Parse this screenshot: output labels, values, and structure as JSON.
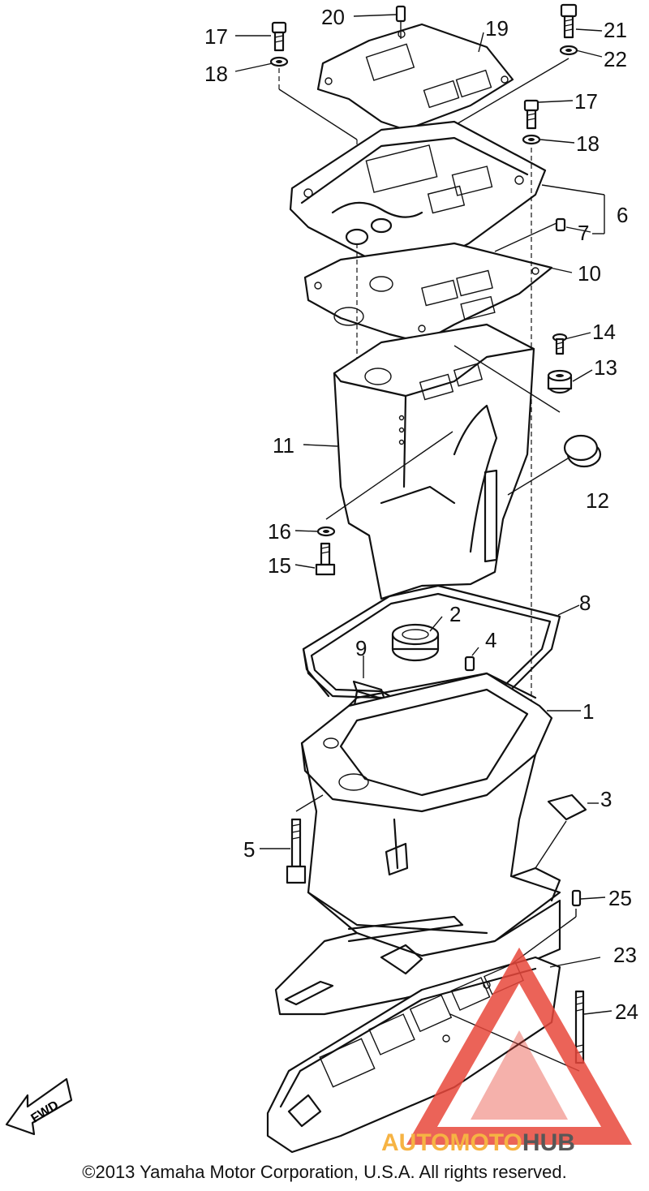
{
  "callouts": [
    "1",
    "2",
    "3",
    "4",
    "5",
    "6",
    "7",
    "8",
    "9",
    "10",
    "11",
    "12",
    "13",
    "14",
    "15",
    "16",
    "17",
    "18",
    "19",
    "20",
    "21",
    "22",
    "23",
    "24",
    "25"
  ],
  "labels": {
    "n1": "1",
    "n2": "2",
    "n3": "3",
    "n4": "4",
    "n5": "5",
    "n6": "6",
    "n7": "7",
    "n8": "8",
    "n9": "9",
    "n10": "10",
    "n11": "11",
    "n12": "12",
    "n13": "13",
    "n14": "14",
    "n15": "15",
    "n16": "16",
    "n17a": "17",
    "n17b": "17",
    "n18a": "18",
    "n18b": "18",
    "n19": "19",
    "n20": "20",
    "n21": "21",
    "n22": "22",
    "n23": "23",
    "n24": "24",
    "n25": "25"
  },
  "fwd_label": "FWD",
  "watermark": {
    "auto": "AUTO",
    "moto": "MOTO",
    "hub": "HUB"
  },
  "copyright": "©2013 Yamaha Motor Corporation, U.S.A. All rights reserved.",
  "colors": {
    "line": "#111111",
    "watermark_red": "#e8483c",
    "watermark_orange": "#f5a623",
    "watermark_gray": "#3a3a3a"
  }
}
